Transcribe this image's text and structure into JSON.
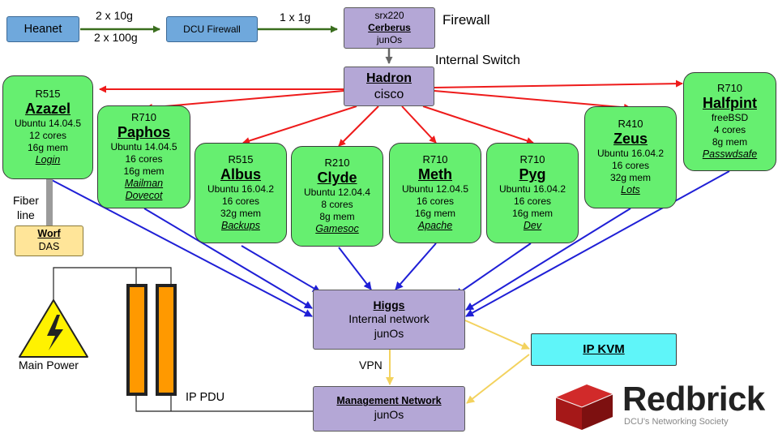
{
  "colors": {
    "red_arrow": "#ee1b1b",
    "blue_arrow": "#1f1fd6",
    "yellow_arrow": "#f3d25e",
    "green_arrow": "#3a6e1e"
  },
  "links": {
    "heanet_to_dcu_top": "2 x 10g",
    "heanet_to_dcu_bottom": "2 x 100g",
    "dcu_to_srx": "1 x 1g",
    "vpn": "VPN"
  },
  "heanet": {
    "label": "Heanet"
  },
  "dcu_firewall": {
    "label": "DCU Firewall"
  },
  "firewall": {
    "model": "srx220",
    "name": "Cerberus",
    "os": "junOs",
    "caption": "Firewall"
  },
  "hadron": {
    "name": "Hadron",
    "vendor": "cisco",
    "caption": "Internal Switch"
  },
  "servers": [
    {
      "model": "R515",
      "name": "Azazel",
      "os": "Ubuntu 14.04.5",
      "cores": "12 cores",
      "mem": "16g mem",
      "roles": [
        "Login"
      ]
    },
    {
      "model": "R710",
      "name": "Paphos",
      "os": "Ubuntu 14.04.5",
      "cores": "16 cores",
      "mem": "16g mem",
      "roles": [
        "Mailman",
        "Dovecot"
      ]
    },
    {
      "model": "R515",
      "name": "Albus",
      "os": "Ubuntu 16.04.2",
      "cores": "16 cores",
      "mem": "32g mem",
      "roles": [
        "Backups"
      ]
    },
    {
      "model": "R210",
      "name": "Clyde",
      "os": "Ubuntu 12.04.4",
      "cores": "8 cores",
      "mem": "8g mem",
      "roles": [
        "Gamesoc"
      ]
    },
    {
      "model": "R710",
      "name": "Meth",
      "os": "Ubuntu 12.04.5",
      "cores": "16 cores",
      "mem": "16g mem",
      "roles": [
        "Apache"
      ]
    },
    {
      "model": "R710",
      "name": "Pyg",
      "os": "Ubuntu 16.04.2",
      "cores": "16 cores",
      "mem": "16g mem",
      "roles": [
        "Dev"
      ]
    },
    {
      "model": "R410",
      "name": "Zeus",
      "os": "Ubuntu 16.04.2",
      "cores": "16 cores",
      "mem": "32g mem",
      "roles": [
        "Lots"
      ]
    },
    {
      "model": "R710",
      "name": "Halfpint",
      "os": "freeBSD",
      "cores": "4 cores",
      "mem": "8g mem",
      "roles": [
        "Passwdsafe"
      ]
    }
  ],
  "fiber": {
    "line1": "Fiber",
    "line2": "line"
  },
  "worf": {
    "name": "Worf",
    "type": "DAS"
  },
  "higgs": {
    "name": "Higgs",
    "line1": "Internal network",
    "line2": "junOs"
  },
  "ipkvm": {
    "label": "IP KVM"
  },
  "mgmt": {
    "name": "Management Network",
    "os": "junOs"
  },
  "power": {
    "label": "Main Power",
    "pdu": "IP PDU"
  },
  "logo": {
    "name": "Redbrick",
    "tagline": "DCU's Networking Society"
  }
}
